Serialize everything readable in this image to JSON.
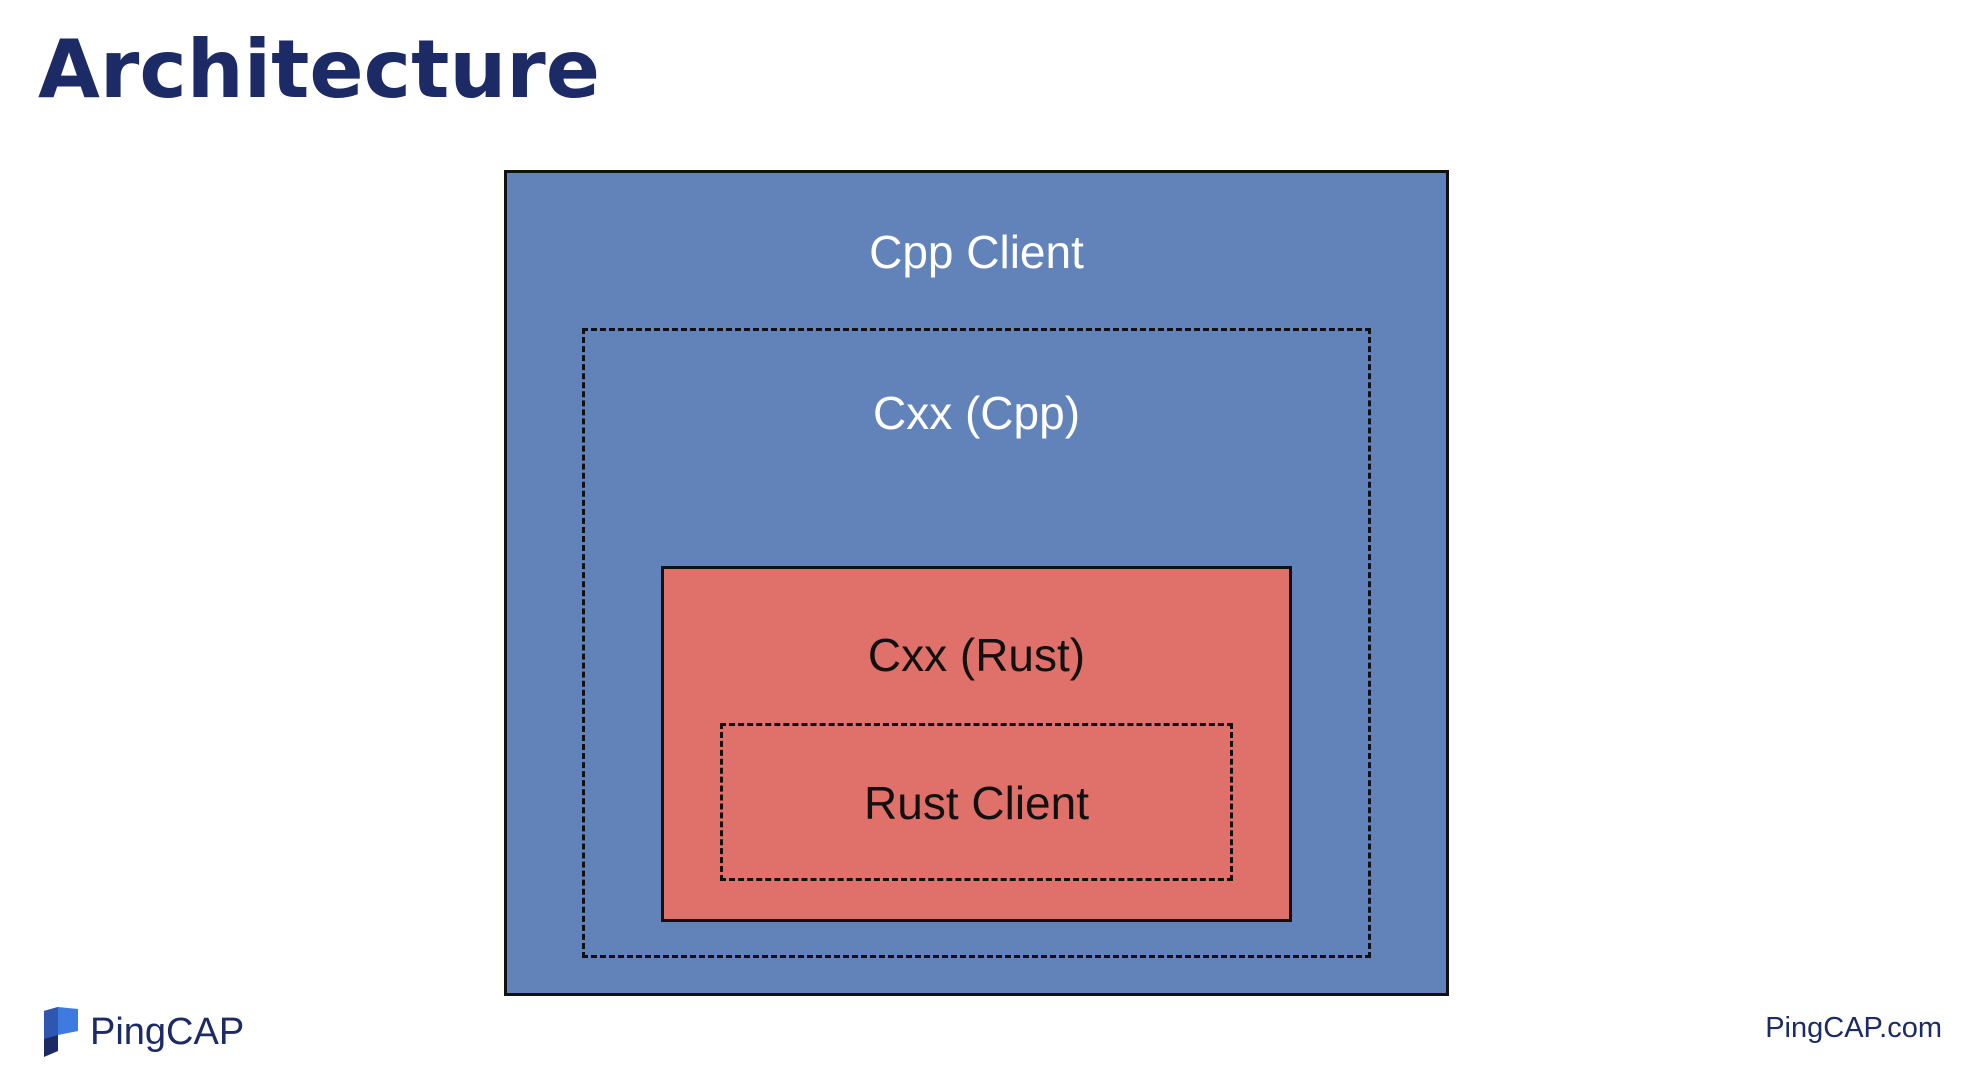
{
  "slide": {
    "title": "Architecture"
  },
  "diagram": {
    "outer_label": "Cpp Client",
    "cxx_cpp_label": "Cxx (Cpp)",
    "cxx_rust_label": "Cxx (Rust)",
    "rust_client_label": "Rust Client",
    "colors": {
      "cpp_fill": "#6283b9",
      "rust_fill": "#e0706a",
      "title_color": "#1c2a66"
    }
  },
  "footer": {
    "logo_icon": "pingcap-logo-icon",
    "logo_text": "PingCAP",
    "url": "PingCAP.com"
  }
}
